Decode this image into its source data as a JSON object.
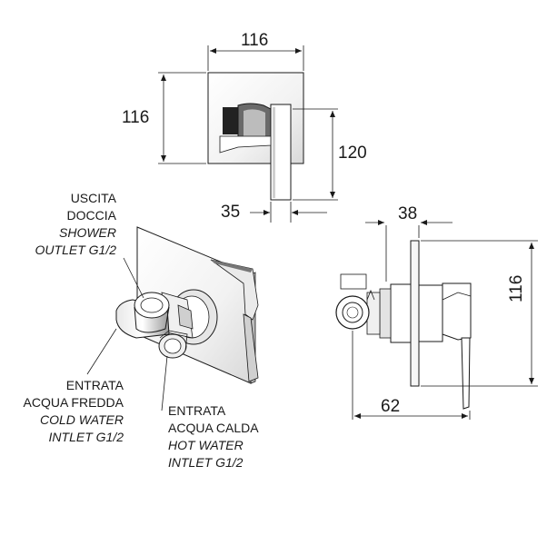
{
  "dimensions": {
    "front_width": "116",
    "front_height": "116",
    "lever_drop": "120",
    "lever_width": "35",
    "side_depth": "38",
    "side_height": "116",
    "side_body_depth": "62"
  },
  "labels": {
    "outlet": {
      "line1": "USCITA",
      "line2": "DOCCIA",
      "line3": "SHOWER",
      "line4": "OUTLET G1/2"
    },
    "cold_inlet": {
      "line1": "ENTRATA",
      "line2": "ACQUA FREDDA",
      "line3": "COLD WATER",
      "line4": "INTLET G1/2"
    },
    "hot_inlet": {
      "line1": "ENTRATA",
      "line2": "ACQUA CALDA",
      "line3": "HOT WATER",
      "line4": "INTLET G1/2"
    }
  },
  "colors": {
    "line": "#1a1a1a",
    "chrome_light": "#f4f4f4",
    "chrome_mid": "#bdbdbd",
    "chrome_dark": "#333333"
  }
}
